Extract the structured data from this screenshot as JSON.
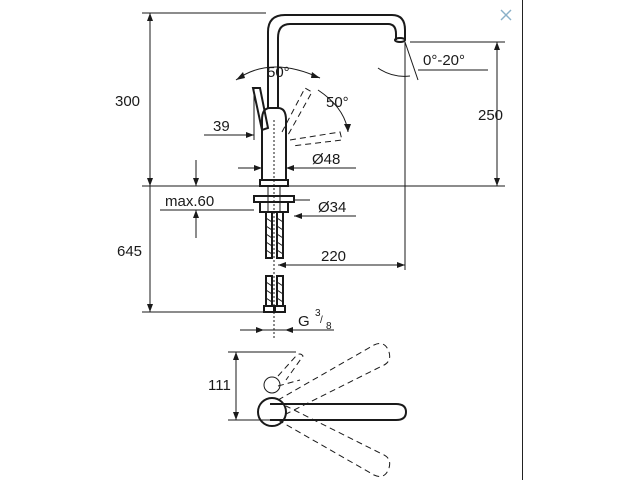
{
  "dimensions": {
    "height_total": "300",
    "spout_angle_top": "50°",
    "lever_angle": "50°",
    "spout_tilt": "0°-20°",
    "spout_height": "250",
    "lever_offset": "39",
    "base_diameter": "Ø48",
    "max_deck_thickness": "max.60",
    "hole_diameter": "Ø34",
    "hose_length": "645",
    "reach": "220",
    "thread": "G",
    "thread_num": "3",
    "thread_den": "8",
    "plan_depth": "111"
  },
  "icons": {
    "close": "close-icon"
  }
}
